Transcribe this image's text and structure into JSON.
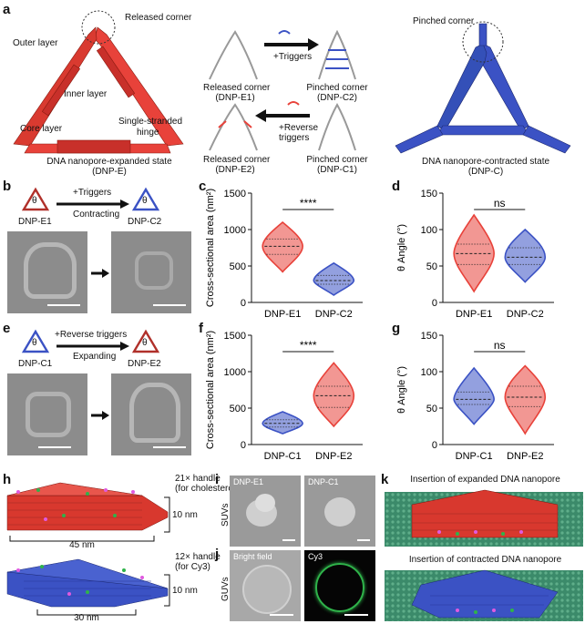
{
  "panels": {
    "a": "a",
    "b": "b",
    "c": "c",
    "d": "d",
    "e": "e",
    "f": "f",
    "g": "g",
    "h": "h",
    "i": "i",
    "j": "j",
    "k": "k"
  },
  "a": {
    "released_corner": "Released corner",
    "outer_layer": "Outer layer",
    "inner_layer": "Inner layer",
    "core_layer": "Core layer",
    "single_stranded": "Single-stranded",
    "hinge": "hinge",
    "expanded_state": "DNA nanopore-expanded state",
    "expanded_abbr": "(DNP-E)",
    "released_e1": "Released corner",
    "released_e1_abbr": "(DNP-E1)",
    "triggers": "+Triggers",
    "pinched_c2": "Pinched corner",
    "pinched_c2_abbr": "(DNP-C2)",
    "released_e2": "Released corner",
    "released_e2_abbr": "(DNP-E2)",
    "reverse": "+Reverse",
    "triggers2": "triggers",
    "pinched_c1": "Pinched corner",
    "pinched_c1_abbr": "(DNP-C1)",
    "pinched_corner": "Pinched corner",
    "contracted_state": "DNA nanopore-contracted state",
    "contracted_abbr": "(DNP-C)"
  },
  "b": {
    "left": "DNP-E1",
    "right": "DNP-C2",
    "top": "+Triggers",
    "bottom": "Contracting",
    "theta": "θ"
  },
  "e": {
    "left": "DNP-C1",
    "right": "DNP-E2",
    "top": "+Reverse triggers",
    "bottom": "Expanding",
    "theta": "θ"
  },
  "chart_data": [
    {
      "panel": "c",
      "type": "violin",
      "ylabel": "Cross-sectional area (nm²)",
      "ylim": [
        0,
        1500
      ],
      "yticks": [
        0,
        500,
        1000,
        1500
      ],
      "categories": [
        "DNP-E1",
        "DNP-C2"
      ],
      "colors": [
        "#e8423a",
        "#3b52c4"
      ],
      "median": [
        770,
        300
      ],
      "q1": [
        660,
        250
      ],
      "q3": [
        870,
        370
      ],
      "min": [
        420,
        100
      ],
      "max": [
        1100,
        540
      ],
      "significance": "****"
    },
    {
      "panel": "d",
      "type": "violin",
      "ylabel": "θ Angle (°)",
      "ylim": [
        0,
        150
      ],
      "yticks": [
        0,
        50,
        100,
        150
      ],
      "categories": [
        "DNP-E1",
        "DNP-C2"
      ],
      "colors": [
        "#e8423a",
        "#3b52c4"
      ],
      "median": [
        67,
        62
      ],
      "q1": [
        52,
        52
      ],
      "q3": [
        80,
        75
      ],
      "min": [
        15,
        28
      ],
      "max": [
        120,
        100
      ],
      "significance": "ns"
    },
    {
      "panel": "f",
      "type": "violin",
      "ylabel": "Cross-sectional area (nm²)",
      "ylim": [
        0,
        1500
      ],
      "yticks": [
        0,
        500,
        1000,
        1500
      ],
      "categories": [
        "DNP-C1",
        "DNP-E2"
      ],
      "colors": [
        "#3b52c4",
        "#e8423a"
      ],
      "median": [
        290,
        670
      ],
      "q1": [
        240,
        510
      ],
      "q3": [
        340,
        800
      ],
      "min": [
        150,
        250
      ],
      "max": [
        450,
        1120
      ],
      "significance": "****"
    },
    {
      "panel": "g",
      "type": "violin",
      "ylabel": "θ Angle (°)",
      "ylim": [
        0,
        150
      ],
      "yticks": [
        0,
        50,
        100,
        150
      ],
      "categories": [
        "DNP-C1",
        "DNP-E2"
      ],
      "colors": [
        "#3b52c4",
        "#e8423a"
      ],
      "median": [
        62,
        65
      ],
      "q1": [
        55,
        52
      ],
      "q3": [
        72,
        80
      ],
      "min": [
        28,
        15
      ],
      "max": [
        105,
        108
      ],
      "significance": "ns"
    }
  ],
  "h": {
    "handle_top": "21× handle",
    "handle_top_sub": "(for cholesterol)",
    "dim_top": "10 nm",
    "width_top": "45 nm",
    "handle_bot": "12× handle",
    "handle_bot_sub": "(for Cy3)",
    "dim_bot": "10 nm",
    "width_bot": "30 nm"
  },
  "i": {
    "row_label": "SUVs",
    "left": "DNP-E1",
    "right": "DNP-C1"
  },
  "j": {
    "row_label": "GUVs",
    "left": "Bright field",
    "right": "Cy3"
  },
  "k": {
    "top": "Insertion of expanded DNA nanopore",
    "bottom": "Insertion of contracted DNA nanopore"
  },
  "colors": {
    "red": "#e8423a",
    "blue": "#3b52c4",
    "green": "#2fb34a",
    "magenta": "#e05ae0"
  }
}
